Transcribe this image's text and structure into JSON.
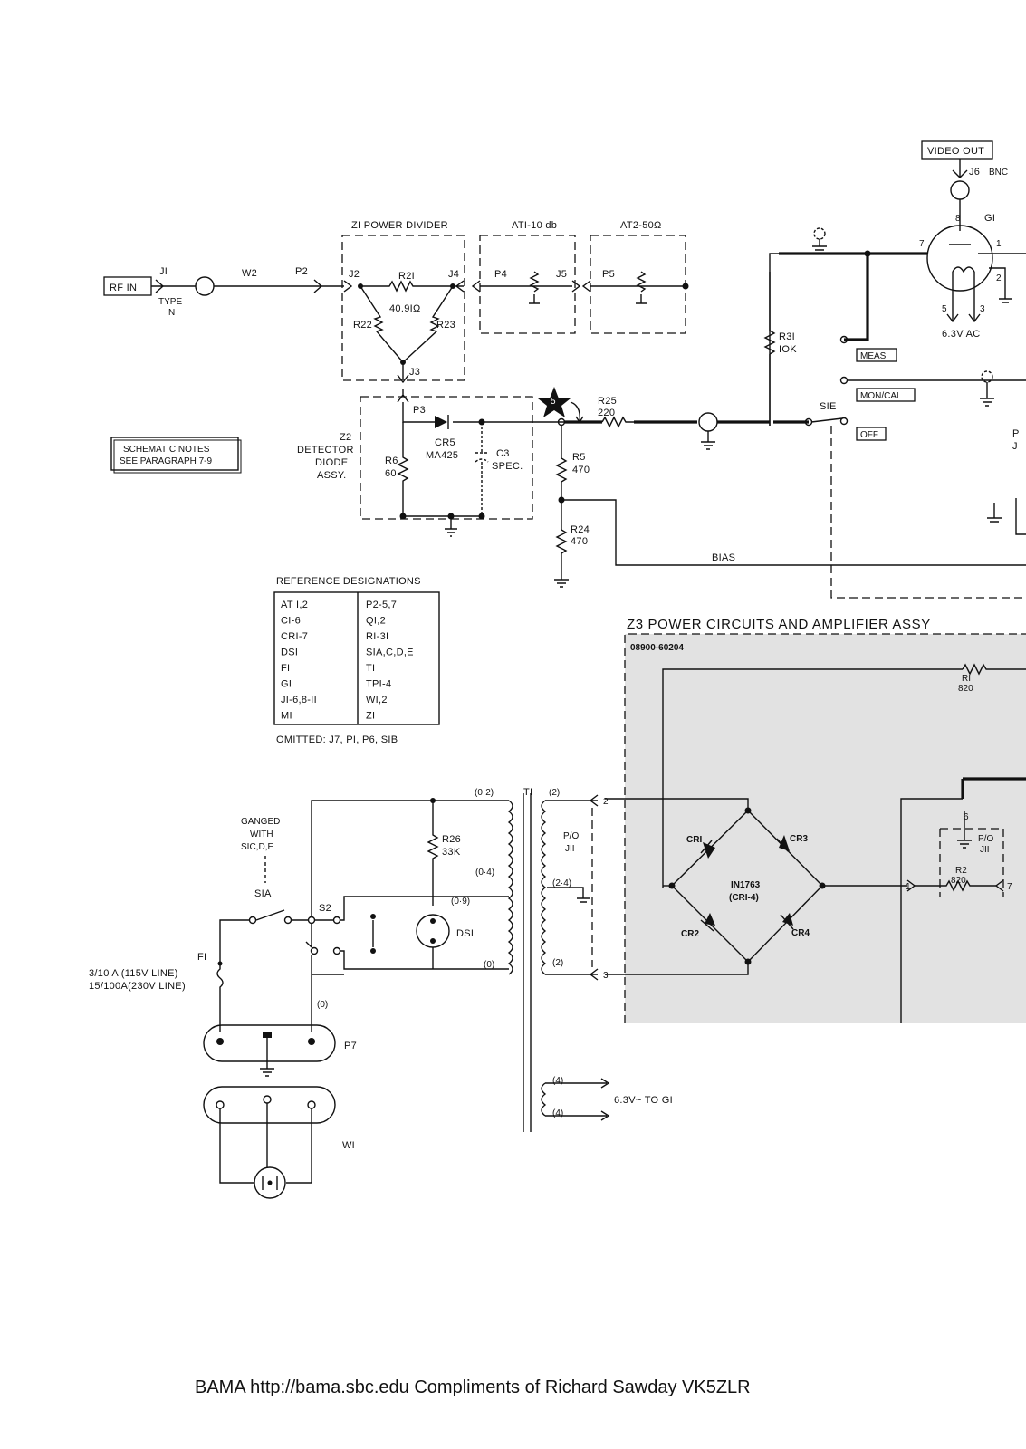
{
  "labels": {
    "video_out": "VIDEO OUT",
    "j6": "J6",
    "bnc": "BNC",
    "g1_pin8": "8",
    "g1": "GI",
    "g1_pin7": "7",
    "g1_pin1": "1",
    "g1_pin2": "2",
    "g1_pin5": "5",
    "g1_pin3": "3",
    "g1_heater": "6.3V AC",
    "z1_title": "ZI POWER  DIVIDER",
    "at1_title": "ATI-10 db",
    "at2_title": "AT2-50Ω",
    "rf_in": "RF IN",
    "j1": "JI",
    "type": "TYPE",
    "n": "N",
    "w2": "W2",
    "p2": "P2",
    "j2": "J2",
    "r21": "R2I",
    "j4": "J4",
    "z1_value": "40.9IΩ",
    "r22": "R22",
    "r23": "R23",
    "j3": "J3",
    "p4": "P4",
    "j5": "J5",
    "p5": "P5",
    "r31": "R3I",
    "r31_value": "IOK",
    "meas": "MEAS",
    "mon_cal": "MON/CAL",
    "off": "OFF",
    "s1e": "SIE",
    "p_cut": "P",
    "j_cut": "J",
    "p3": "P3",
    "cr5": "CR5",
    "ma425": "MA425",
    "c3": "C3",
    "spec": "SPEC.",
    "r6": "R6",
    "r6_value": "60",
    "z2": "Z2",
    "detector": "DETECTOR",
    "diode": "DIODE",
    "assy": "ASSY.",
    "test_point": "5",
    "r25": "R25",
    "r25_value": "220",
    "r5": "R5",
    "r5_value": "470",
    "r24": "R24",
    "r24_value": "470",
    "bias": "BIAS",
    "notes_line1": "SCHEMATIC NOTES",
    "notes_line2": "SEE PARAGRAPH 7-9",
    "z3_title": "Z3 POWER CIRCUITS AND AMPLIFIER ASSY",
    "z3_part": "08900-60204",
    "r1": "RI",
    "r1_value": "820",
    "cr1": "CRI",
    "cr3": "CR3",
    "cr2": "CR2",
    "cr4": "CR4",
    "bridge_part": "IN1763",
    "bridge_ref": "(CRI-4)",
    "pin6": "6",
    "po": "P/O",
    "j11": "JII",
    "r2": "R2",
    "r2_value": "820",
    "pin1": "1",
    "pin7": "7",
    "pin2": "2",
    "pin3": "3",
    "ganged": "GANGED",
    "with": "WITH",
    "s1cde": "SIC,D,E",
    "s1a": "SIA",
    "s2": "S2",
    "r26": "R26",
    "r26_value": "33K",
    "ds1": "DSI",
    "t1": "TI",
    "tap_02": "(0·2)",
    "tap_04": "(0·4)",
    "tap_09": "(0·9)",
    "tap_0": "(0)",
    "tap_2a": "(2)",
    "tap_24": "(2·4)",
    "tap_2b": "(2)",
    "tap_4a": "(4)",
    "tap_4b": "(4)",
    "tap_0b": "(0)",
    "sec_out": "6.3V~ TO GI",
    "f1": "FI",
    "f1_line1": "3/10 A (115V  LINE)",
    "f1_line2": "15/100A(230V  LINE)",
    "p7": "P7",
    "w1": "WI",
    "footer": "BAMA http://bama.sbc.edu  Compliments of Richard Sawday VK5ZLR"
  },
  "reference_designations": {
    "title": "REFERENCE  DESIGNATIONS",
    "left": [
      "AT I,2",
      "CI-6",
      "CRI-7",
      "DSI",
      "FI",
      "GI",
      "JI-6,8-II",
      "MI"
    ],
    "right": [
      "P2-5,7",
      "QI,2",
      "RI-3I",
      "SIA,C,D,E",
      "TI",
      "TPI-4",
      "WI,2",
      "ZI"
    ],
    "omitted": "OMITTED: J7, PI, P6, SIB"
  },
  "colors": {
    "ink": "#111111",
    "shade": "#e2e2e2",
    "paper": "#ffffff"
  }
}
